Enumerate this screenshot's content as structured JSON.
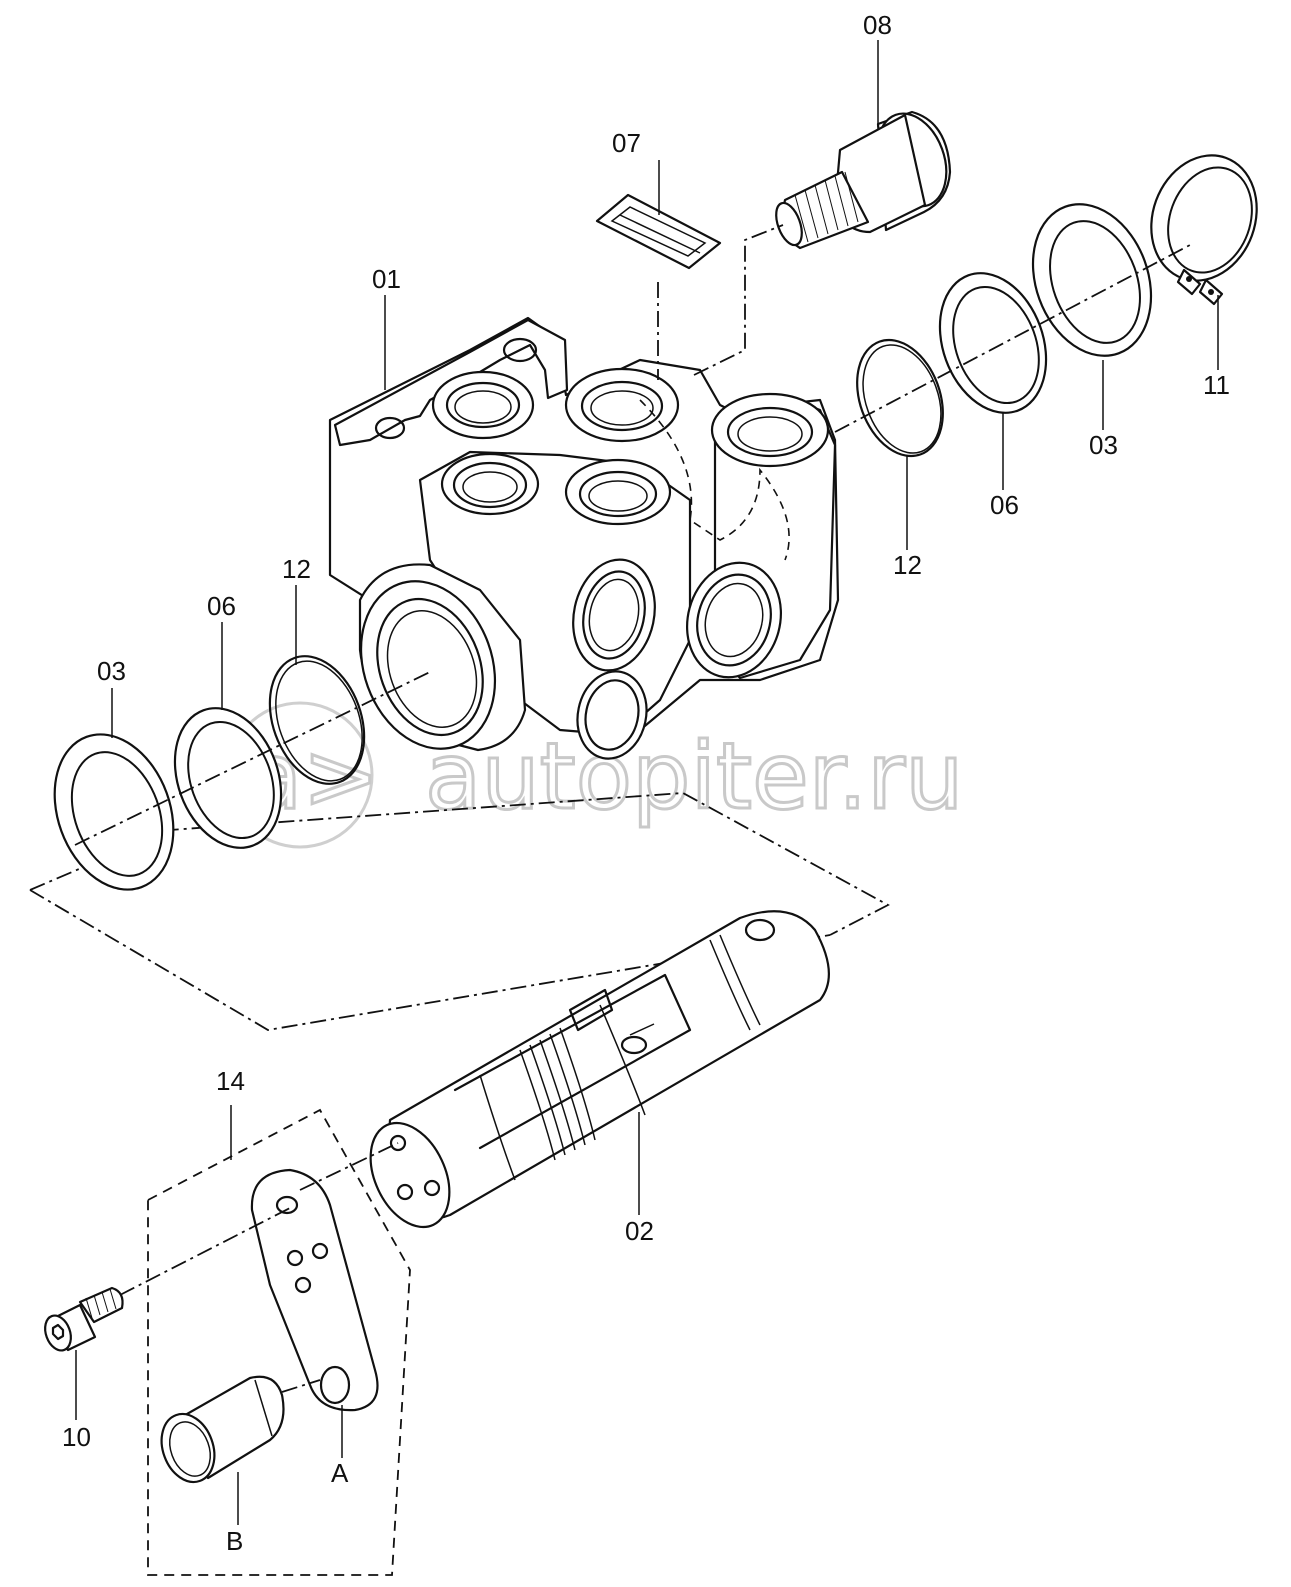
{
  "watermark": {
    "text": "autopiter.ru",
    "mark": "a>"
  },
  "callouts": {
    "c01": "01",
    "c02": "02",
    "c03_right": "03",
    "c03_left": "03",
    "c06_right": "06",
    "c06_left": "06",
    "c07": "07",
    "c08": "08",
    "c10": "10",
    "c11": "11",
    "c12_right": "12",
    "c12_left": "12",
    "c14": "14",
    "cA": "A",
    "cB": "B"
  }
}
